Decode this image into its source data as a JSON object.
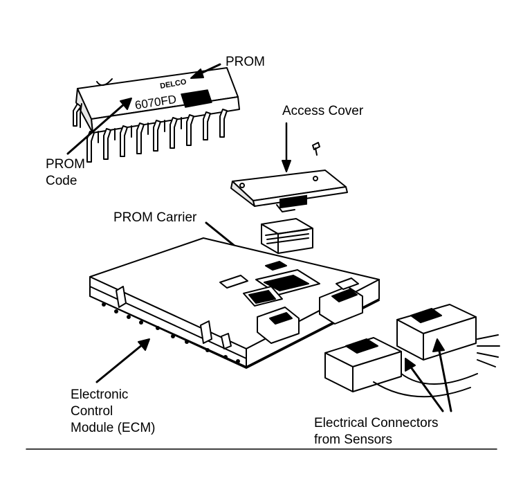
{
  "labels": {
    "prom": "PROM",
    "prom_code_line1": "PROM",
    "prom_code_line2": "Code",
    "access_cover": "Access Cover",
    "prom_carrier": "PROM Carrier",
    "ecm_line1": "Electronic",
    "ecm_line2": "Control",
    "ecm_line3": "Module (ECM)",
    "connectors_line1": "Electrical Connectors",
    "connectors_line2": "from Sensors"
  },
  "chip_markings": {
    "maker": "DELCO",
    "code": "6070FD"
  },
  "colors": {
    "ink": "#000000",
    "paper": "#ffffff",
    "shade": "#d9d9d9"
  }
}
